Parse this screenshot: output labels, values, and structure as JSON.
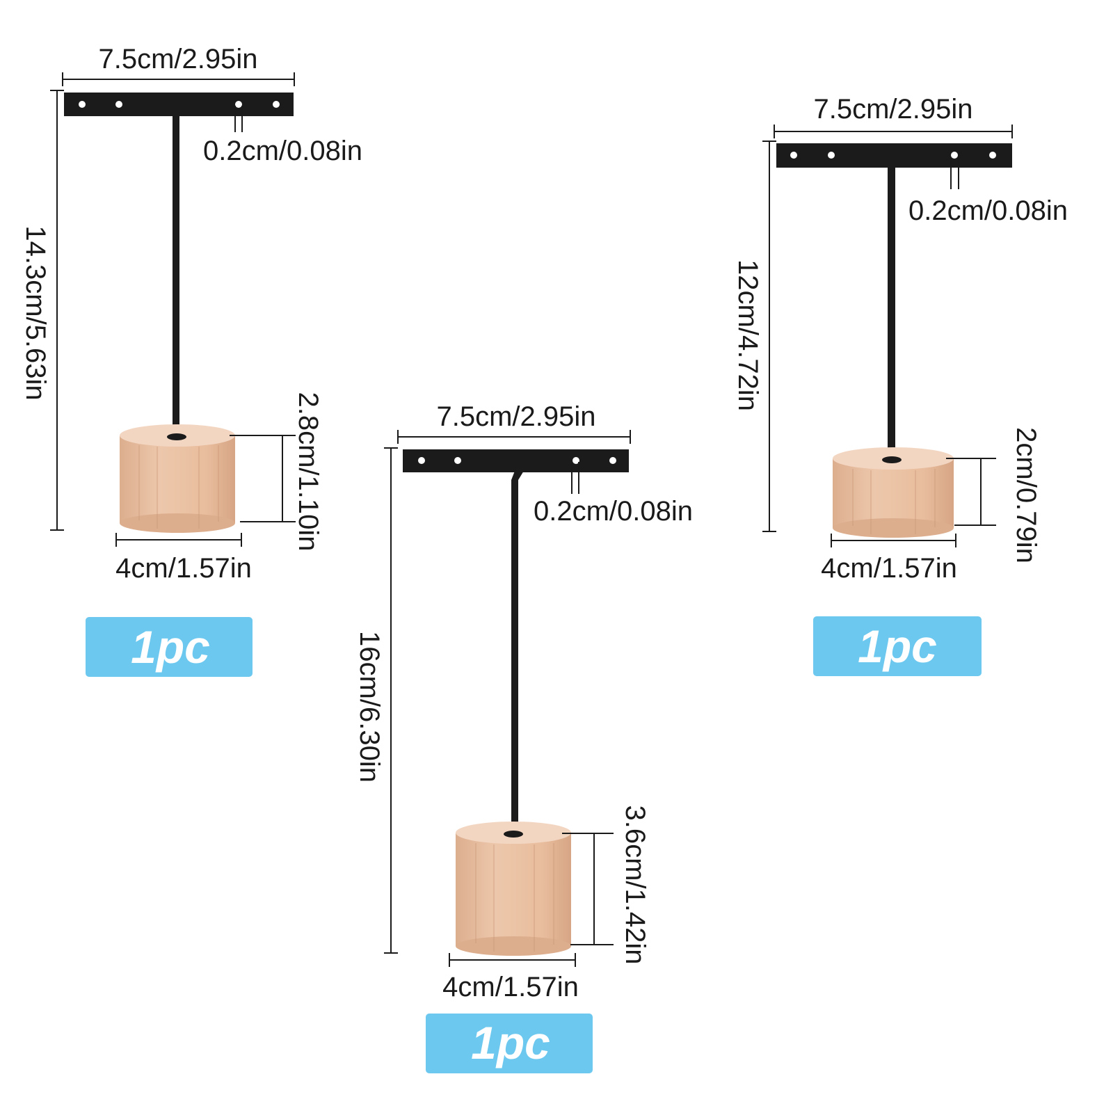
{
  "colors": {
    "badge": "#6dc8ef",
    "metal": "#1b1b1b",
    "wood_top": "#f3d6c2",
    "wood_side": "#e9bf9f",
    "wood_grain": "#c99676",
    "dimension_line": "#1a1a1a"
  },
  "stands": [
    {
      "bar_width": "7.5cm/2.95in",
      "bar_thickness": "0.2cm/0.08in",
      "total_height": "14.3cm/5.63in",
      "base_height": "2.8cm/1.10in",
      "base_width": "4cm/1.57in",
      "quantity": "1pc"
    },
    {
      "bar_width": "7.5cm/2.95in",
      "bar_thickness": "0.2cm/0.08in",
      "total_height": "16cm/6.30in",
      "base_height": "3.6cm/1.42in",
      "base_width": "4cm/1.57in",
      "quantity": "1pc"
    },
    {
      "bar_width": "7.5cm/2.95in",
      "bar_thickness": "0.2cm/0.08in",
      "total_height": "12cm/4.72in",
      "base_height": "2cm/0.79in",
      "base_width": "4cm/1.57in",
      "quantity": "1pc"
    }
  ]
}
